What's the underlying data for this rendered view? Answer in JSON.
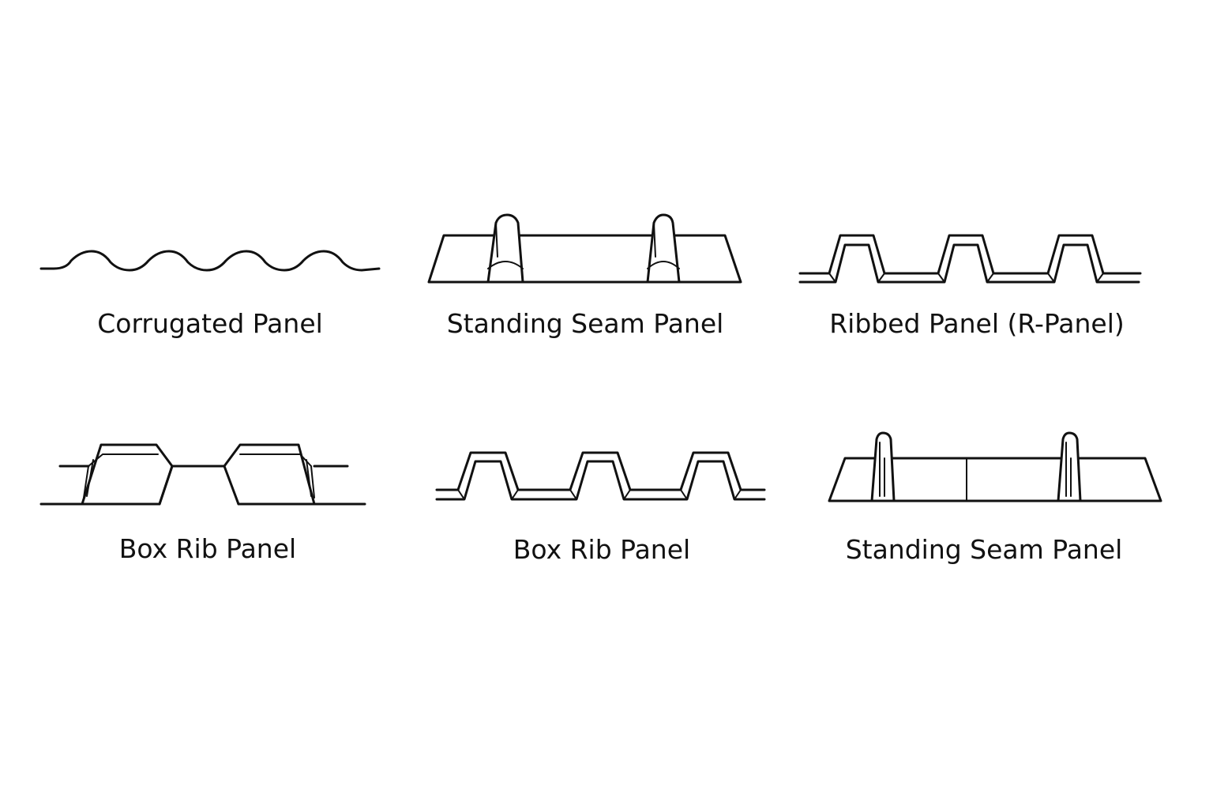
{
  "panels": [
    {
      "label": "Corrugated Panel"
    },
    {
      "label": "Standing Seam Panel"
    },
    {
      "label": "Ribbed Panel (R-Panel)"
    },
    {
      "label": "Box Rib Panel"
    },
    {
      "label": "Box Rib Panel"
    },
    {
      "label": "Standing Seam Panel"
    }
  ],
  "colors": {
    "line": "#111111",
    "background": "#ffffff"
  }
}
